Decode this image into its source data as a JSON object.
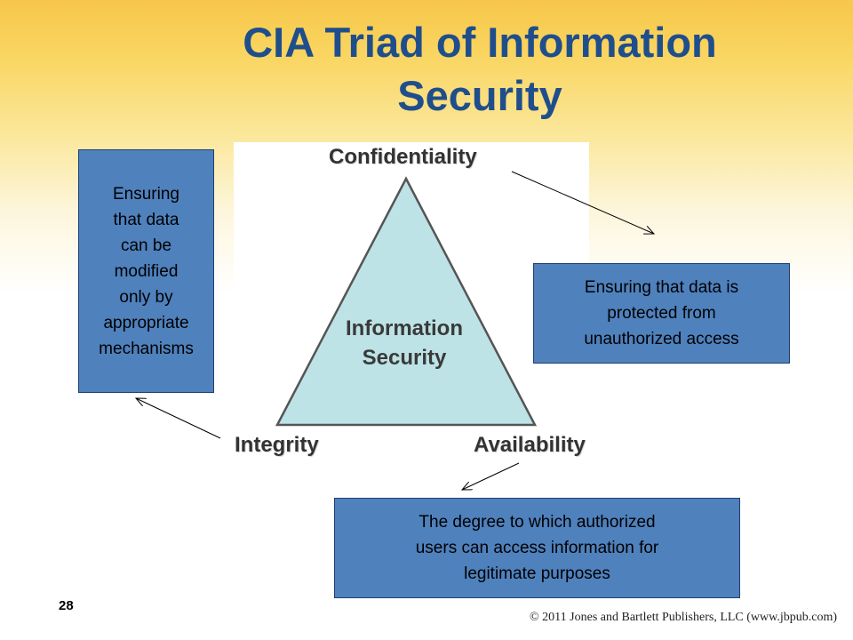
{
  "title": "CIA Triad of Information\nSecurity",
  "diagram": {
    "top_label": "Confidentiality",
    "left_label": "Integrity",
    "right_label": "Availability",
    "center_line1": "Information",
    "center_line2": "Security"
  },
  "boxes": {
    "integrity": "Ensuring\nthat data\ncan be\nmodified\nonly by\nappropriate\nmechanisms",
    "confidentiality": "Ensuring that data is\nprotected from\nunauthorized access",
    "availability": "The degree to which authorized\nusers can access information for\nlegitimate purposes"
  },
  "footer": {
    "slide_number": "28",
    "copyright": "© 2011 Jones and Bartlett Publishers, LLC (www.jbpub.com)"
  },
  "colors": {
    "title": "#1f4e8c",
    "triangle_fill": "#bde3e6",
    "box_fill": "#4f81bd"
  }
}
